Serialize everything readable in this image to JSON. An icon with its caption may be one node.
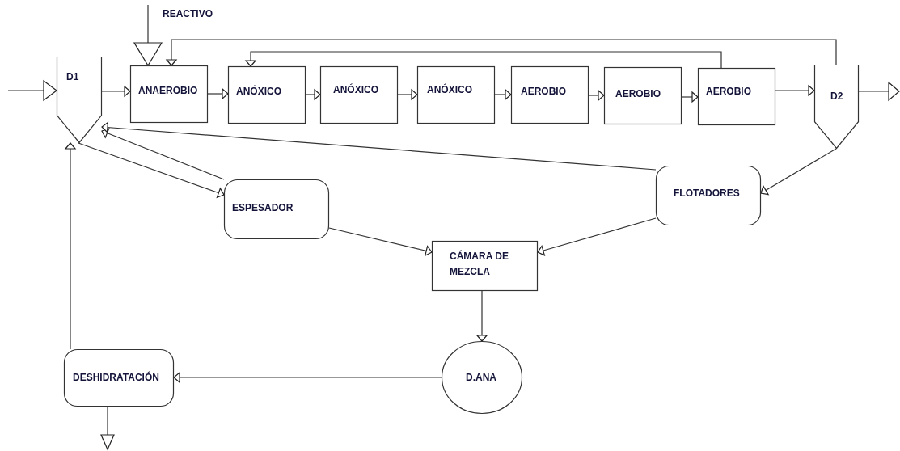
{
  "diagram": {
    "nodes": [
      {
        "text": [
          "D1"
        ]
      },
      {
        "text": [
          "ANAEROBIO"
        ]
      },
      {
        "text": [
          "ANÓXICO"
        ]
      },
      {
        "text": [
          "ANÓXICO"
        ]
      },
      {
        "text": [
          "ANÓXICO"
        ]
      },
      {
        "text": [
          "AEROBIO"
        ]
      },
      {
        "text": [
          "AEROBIO"
        ]
      },
      {
        "text": [
          "AEROBIO"
        ]
      },
      {
        "text": [
          "D2"
        ]
      },
      {
        "text": [
          "ESPESADOR"
        ]
      },
      {
        "text": [
          "FLOTADORES"
        ]
      },
      {
        "text": [
          "CÁMARA DE MEZCLA"
        ]
      },
      {
        "text": [
          "D.ANA"
        ]
      },
      {
        "text": [
          "DESHIDRATACIÓN"
        ]
      }
    ],
    "edges": [
      {
        "from": null,
        "to": 0,
        "arrow": "to"
      },
      {
        "from": null,
        "to": 1,
        "arrow": "to"
      },
      {
        "from": 0,
        "to": 1,
        "arrow": "to"
      },
      {
        "from": 1,
        "to": 2,
        "arrow": "to"
      },
      {
        "from": 2,
        "to": 3,
        "arrow": "to"
      },
      {
        "from": 3,
        "to": 4,
        "arrow": "to"
      },
      {
        "from": 4,
        "to": 5,
        "arrow": "to"
      },
      {
        "from": 5,
        "to": 6,
        "arrow": "to"
      },
      {
        "from": 6,
        "to": 7,
        "arrow": "to"
      },
      {
        "from": 7,
        "to": 8,
        "arrow": "to"
      },
      {
        "from": 8,
        "to": null,
        "arrow": "to"
      },
      {
        "from": 8,
        "to": 1,
        "arrow": "to"
      },
      {
        "from": 7,
        "to": 2,
        "arrow": "to"
      },
      {
        "from": 0,
        "to": 9,
        "arrow": "to"
      },
      {
        "from": 9,
        "to": 0,
        "arrow": "to"
      },
      {
        "from": 10,
        "to": 0,
        "arrow": "to"
      },
      {
        "from": 8,
        "to": 10,
        "arrow": "to"
      },
      {
        "from": 9,
        "to": 11,
        "arrow": "to"
      },
      {
        "from": 10,
        "to": 11,
        "arrow": "to"
      },
      {
        "from": 11,
        "to": 12,
        "arrow": "to"
      },
      {
        "from": 12,
        "to": 13,
        "arrow": "to"
      },
      {
        "from": 13,
        "to": 0,
        "arrow": "to"
      },
      {
        "from": 13,
        "to": null,
        "arrow": "to"
      }
    ],
    "labels": [
      "REACTIVO"
    ]
  }
}
